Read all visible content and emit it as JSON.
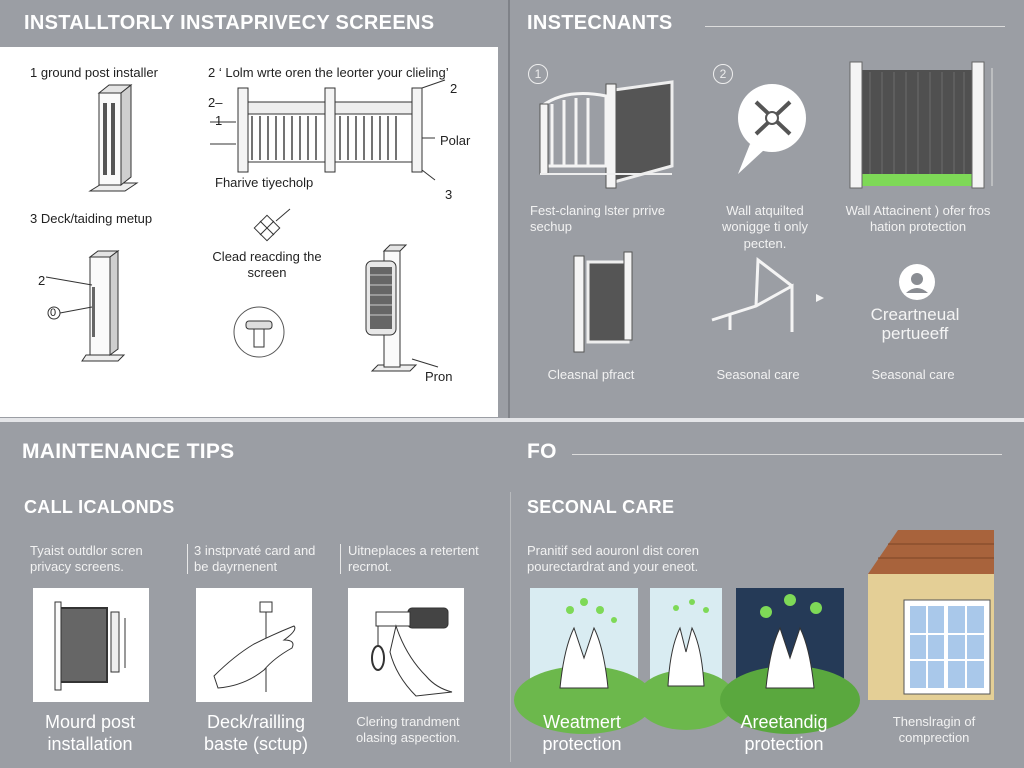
{
  "colors": {
    "background": "#9b9ea4",
    "panel": "#ffffff",
    "accent_green": "#7ed957",
    "header": "#ffffff"
  },
  "top_left": {
    "title": "INSTALLTORLY INSTAPRIVECY SCREENS",
    "label1": "1 ground post installer",
    "label2": "2 ‘ Lolm wrte oren the leorter your clieling’",
    "label3": "3 Deck/taiding metup",
    "callout_fence": "Fharive tiyecholp",
    "callout_clean": "Clead reacding the screen",
    "polar": "Polar",
    "pron": "Pron",
    "n2a": "2–",
    "n1": "1",
    "n2b": "2",
    "n3": "3",
    "n2c": "2",
    "n0": "0"
  },
  "top_right": {
    "title": "INSTECNANTS",
    "num1": "1",
    "num2": "2",
    "cap1": "Fest-claning lster prrive sechup",
    "cap2": "Wall atquilted wonigge ti only pecten.",
    "cap3": "Wall Attacinent ) ofer fros hation protection",
    "cap4": "Creartneual pertueeff",
    "bot1": "Cleasnal pfract",
    "bot2": "Seasonal care",
    "bot3": "Seasonal care"
  },
  "bottom_left": {
    "title": "MAINTENANCE TIPS",
    "subtitle": "CALL ICALONDS",
    "col1": "Tyaist outdlor scren privacy screens.",
    "col2": "3 instprvaté card and be dayrnenent",
    "col3": "Uitneplaces a retertent recrnot.",
    "cap1": "Mourd post installation",
    "cap2": "Deck/railling baste (sctup)",
    "cap3": "Clering trandment olasing aspection."
  },
  "bottom_right": {
    "title": "FO",
    "subtitle": "SECONAL CARE",
    "desc": "Pranitif sed aouronl dist coren pourectardrat and your eneot.",
    "cap1": "Weatmert protection",
    "cap2": "Areetandig protection",
    "cap3": "Thenslragin of comprection"
  }
}
